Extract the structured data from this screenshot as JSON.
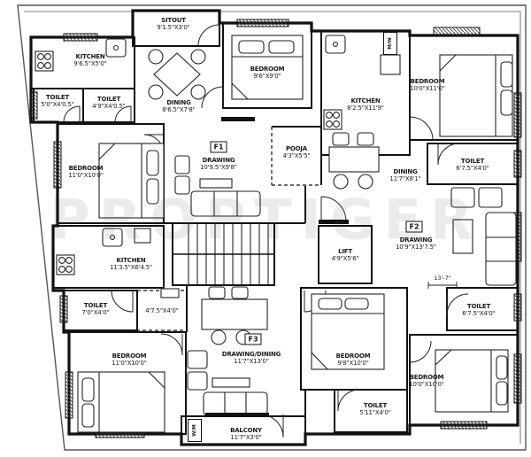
{
  "watermark": "PROPTIGER",
  "badges": [
    "F1",
    "F2",
    "F3"
  ],
  "markers": {
    "machine_top": "M/W",
    "machine_bottom": "W/M"
  },
  "dimension_note": "13'-7\"",
  "colors": {
    "ink": "#1a1a1a",
    "background": "#ffffff",
    "watermark_gray": "#e4e4e4"
  },
  "labels": [
    {
      "name": "SITOUT",
      "dims": "9'1.5\"X3'0\""
    },
    {
      "name": "KITCHEN",
      "dims": "9'6.5\"X5'0\""
    },
    {
      "name": "TOILET",
      "dims": "5'0\"X4'0.5\""
    },
    {
      "name": "TOILET",
      "dims": "4'9\"X4'0.5\""
    },
    {
      "name": "DINING",
      "dims": "8'6.5\"X7'8\""
    },
    {
      "name": "BEDROOM",
      "dims": "9'6\"X9'0\""
    },
    {
      "name": "DRAWING",
      "dims": "10'9.5\"X9'8\""
    },
    {
      "name": "BEDROOM",
      "dims": "11'0\"X10'0\""
    },
    {
      "name": "POOJA",
      "dims": "4'3\"X5'5\""
    },
    {
      "name": "KITCHEN",
      "dims": "8'2.5\"X11'9\""
    },
    {
      "name": "BEDROOM",
      "dims": "10'0\"X11'0\""
    },
    {
      "name": "DINING",
      "dims": "11'7\"X8'1\""
    },
    {
      "name": "TOILET",
      "dims": "6'7.5\"X4'0\""
    },
    {
      "name": "DRAWING",
      "dims": "10'9\"X13'7.5\""
    },
    {
      "name": "LIFT",
      "dims": "4'9\"X5'6\""
    },
    {
      "name": "TOILET",
      "dims": "6'7.5\"X4'0\""
    },
    {
      "name": "BEDROOM",
      "dims": "10'0\"X10'0\""
    },
    {
      "name": "KITCHEN",
      "dims": "11'3.5\"X6'4.5\""
    },
    {
      "name": "TOILET",
      "dims": "7'0\"X4'0\""
    },
    {
      "name": "",
      "dims": "4'7.5\"X4'0\""
    },
    {
      "name": "BEDROOM",
      "dims": "11'0\"X10'0\""
    },
    {
      "name": "DRAWING/DINING",
      "dims": "11'7\"X13'0\""
    },
    {
      "name": "BALCONY",
      "dims": "11'7\"X3'0\""
    },
    {
      "name": "BEDROOM",
      "dims": "9'8\"X10'0\""
    },
    {
      "name": "TOILET",
      "dims": "5'11\"X4'0\""
    }
  ]
}
